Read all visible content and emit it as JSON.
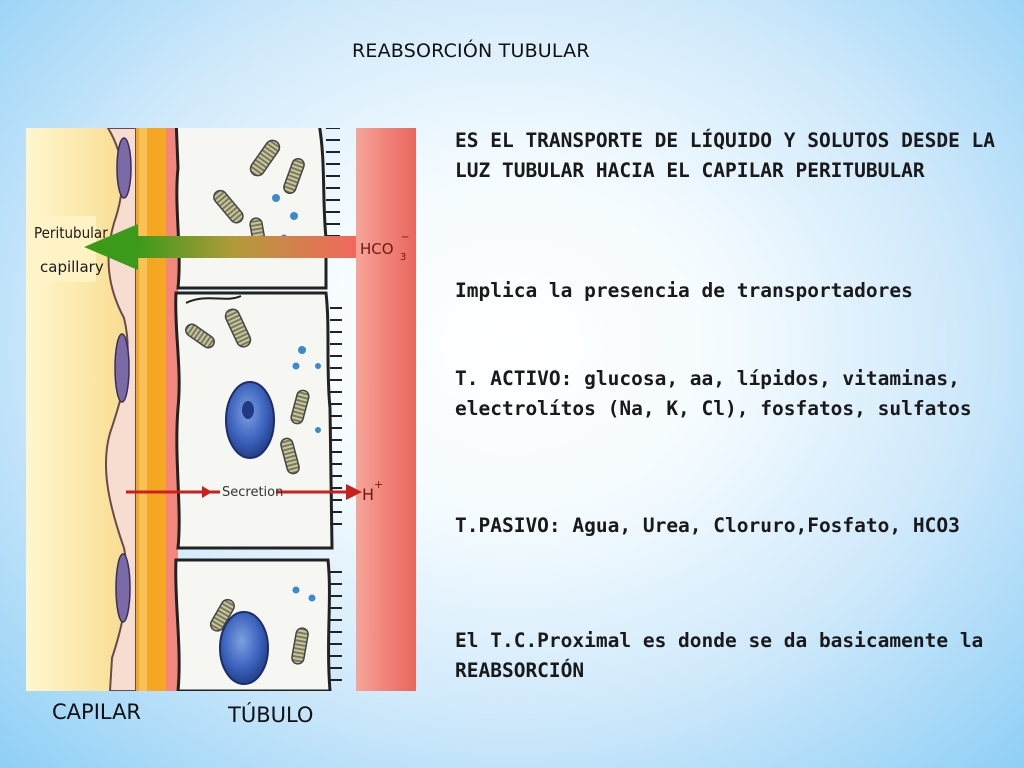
{
  "title": "REABSORCIÓN TUBULAR",
  "figure": {
    "peritubular_label_line1": "Peritubular",
    "peritubular_label_line2": "capillary",
    "ion_hco3": "HCO",
    "ion_hco3_sub": "3",
    "ion_hco3_sup": "−",
    "ion_h": "H",
    "ion_h_sup": "+",
    "secretion_label": "Secretion",
    "caption_left": "CAPILAR",
    "caption_right": "TÚBULO"
  },
  "paragraphs": [
    "ES EL TRANSPORTE DE LÍQUIDO Y SOLUTOS DESDE LA LUZ TUBULAR HACIA EL CAPILAR PERITUBULAR",
    "Implica la presencia de transportadores",
    "T. ACTIVO: glucosa, aa, lípidos, vitaminas, electrolítos (Na, K, Cl), fosfatos, sulfatos",
    "T.PASIVO: Agua, Urea, Cloruro,Fosfato, HCO3",
    "El T.C.Proximal es donde se da basicamente la REABSORCIÓN"
  ]
}
